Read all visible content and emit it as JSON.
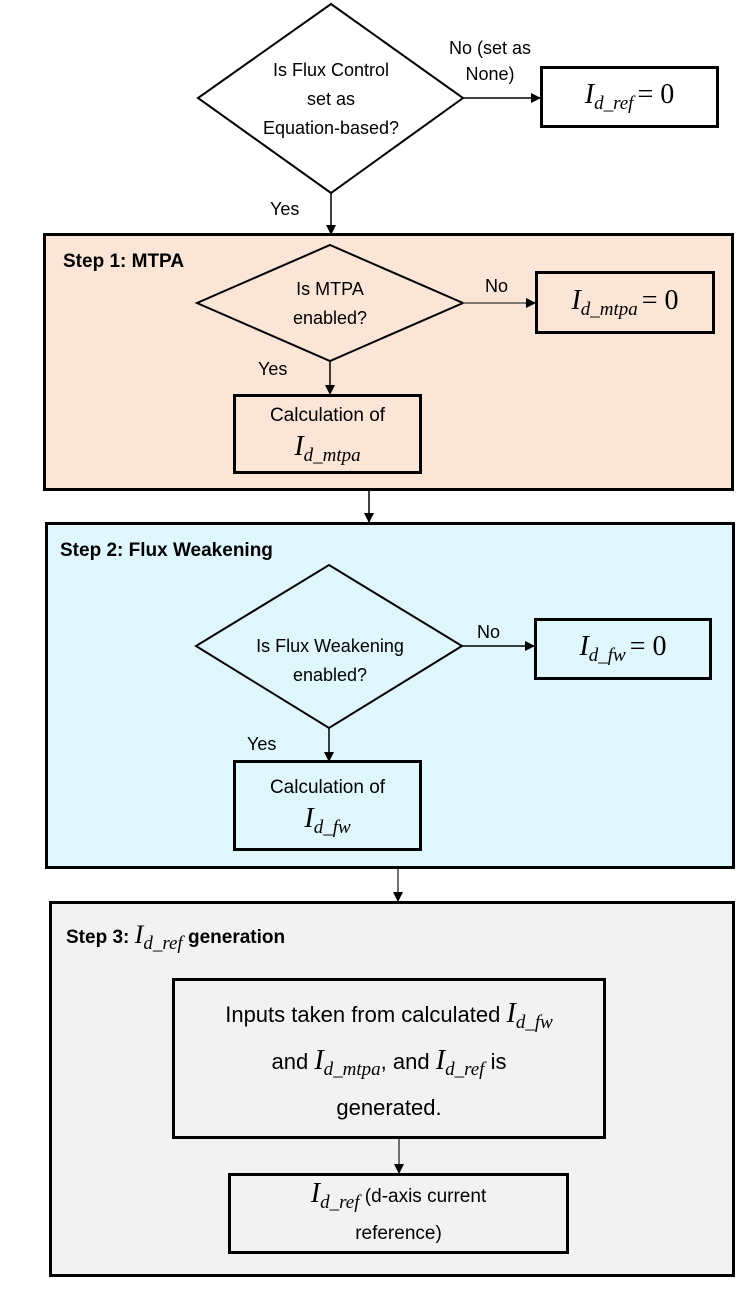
{
  "colors": {
    "step1_bg": "#fbe5d6",
    "step2_bg": "#dff7fc",
    "step3_bg": "#f2f2f2",
    "stroke": "#000000"
  },
  "top": {
    "decision": [
      "Is Flux Control",
      "set as",
      "Equation-based?"
    ],
    "no_label": [
      "No (set as",
      "None)"
    ],
    "yes_label": "Yes",
    "result": {
      "symbol": "I",
      "sub": "d_ref",
      "eq": "= 0"
    }
  },
  "step1": {
    "title": "Step 1: MTPA",
    "decision": [
      "Is MTPA",
      "enabled?"
    ],
    "no_label": "No",
    "yes_label": "Yes",
    "no_result": {
      "symbol": "I",
      "sub": "d_mtpa",
      "eq": "= 0"
    },
    "calc": {
      "text": "Calculation of",
      "symbol": "I",
      "sub": "d_mtpa"
    }
  },
  "step2": {
    "title": "Step 2: Flux Weakening",
    "decision": [
      "Is Flux Weakening",
      "enabled?"
    ],
    "no_label": "No",
    "yes_label": "Yes",
    "no_result": {
      "symbol": "I",
      "sub": "d_fw",
      "eq": "= 0"
    },
    "calc": {
      "text": "Calculation of",
      "symbol": "I",
      "sub": "d_fw"
    }
  },
  "step3": {
    "title_prefix": "Step 3:",
    "title_symbol": "I",
    "title_sub": "d_ref",
    "title_suffix": "generation",
    "inputs": {
      "line1": "Inputs taken from calculated",
      "sym1": "I",
      "sub1": "d_fw",
      "line2a": "and",
      "sym2": "I",
      "sub2": "d_mtpa",
      "line2b": ", and",
      "sym3": "I",
      "sub3": "d_ref",
      "line2c": "is",
      "line3": "generated."
    },
    "output": {
      "symbol": "I",
      "sub": "d_ref",
      "text1": "(d-axis current",
      "text2": "reference)"
    }
  }
}
